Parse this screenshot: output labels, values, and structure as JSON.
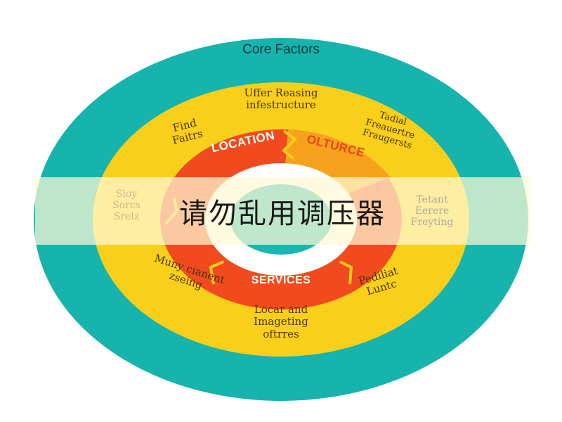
{
  "title": "Core Factors",
  "ring_labels": {
    "top": "Uffer Reasing\ninfestructure",
    "top_left": "Find\nFaitrs",
    "top_right": "Tadial\nFreauertre\nFraugersts",
    "bottom_left": "Muny cianent\nzseing",
    "bottom_right": "Pediliat\nLuntc",
    "bottom": "Locar and\nImageting\noftrres",
    "left": "Sloy\nSorcs\nSrelz",
    "right": "Tetant\nEerere\nFreyting"
  },
  "segments": {
    "location": "LOCATION",
    "culture": "OLTURCE",
    "services": "SERVICES",
    "right": "S"
  },
  "banner": "请勿乱用调压器",
  "colors": {
    "outer_ring": "#17b3ad",
    "middle_ring": "#f8cf1a",
    "segment_red": "#f04a1e",
    "segment_orange": "#f6a21c",
    "inner_ring": "#ffffff",
    "center": "#19b7b0"
  }
}
